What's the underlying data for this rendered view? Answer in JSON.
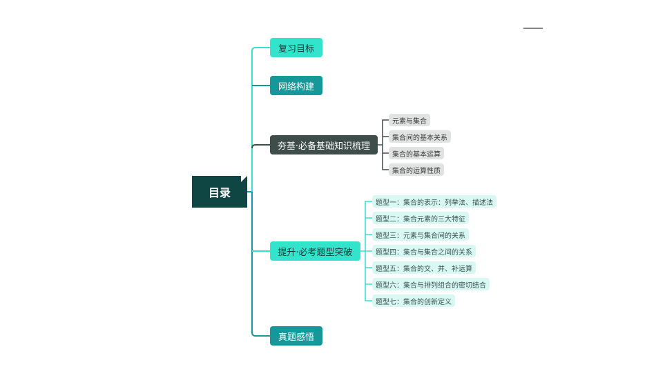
{
  "root": {
    "label": "目录"
  },
  "branches": [
    {
      "label": "复习目标"
    },
    {
      "label": "网络构建"
    },
    {
      "label": "夯基·必备基础知识梳理",
      "children": [
        "元素与集合",
        "集合间的基本关系",
        "集合的基本运算",
        "集合的运算性质"
      ]
    },
    {
      "label": "提升·必考题型突破",
      "children": [
        "题型一：集合的表示：列举法、描述法",
        "题型二：集合元素的三大特征",
        "题型三：元素与集合间的关系",
        "题型四：集合与集合之间的关系",
        "题型五：集合的交、并、补运算",
        "题型六：集合与排列组合的密切结合",
        "题型七：集合的创新定义"
      ]
    },
    {
      "label": "真题感悟"
    }
  ],
  "colors": {
    "root": "#0f4644",
    "light": "#33e3cb",
    "teal": "#16979a",
    "dark": "#3e4d4a"
  }
}
